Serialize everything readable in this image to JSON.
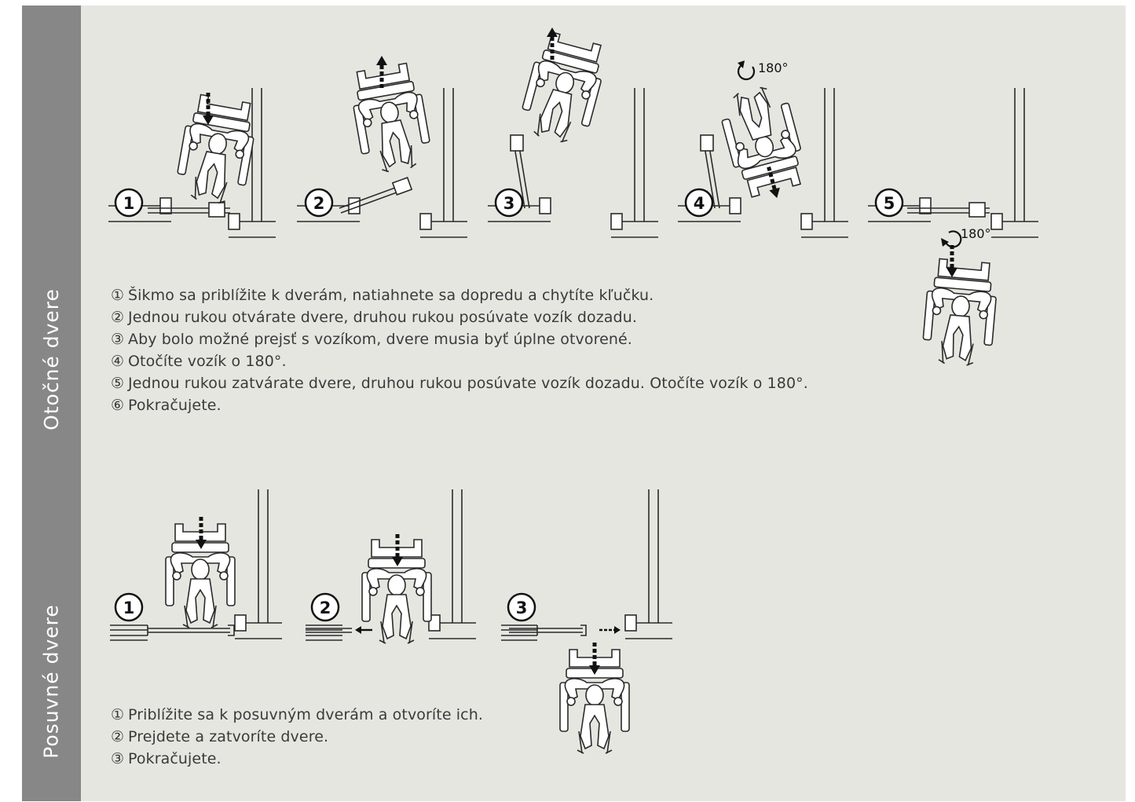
{
  "sections": {
    "swing": {
      "title": "Otočné dvere",
      "diagram_numbers": [
        "1",
        "2",
        "3",
        "4",
        "5"
      ],
      "rotation_labels": [
        "180°",
        "180°"
      ],
      "steps": [
        {
          "marker": "①",
          "text": "Šikmo sa priblížite k dverám, natiahnete sa dopredu a chytíte kľučku."
        },
        {
          "marker": "②",
          "text": "Jednou rukou otvárate dvere, druhou rukou posúvate vozík dozadu."
        },
        {
          "marker": "③",
          "text": "Aby bolo možné prejsť s vozíkom, dvere musia byť úplne otvorené."
        },
        {
          "marker": "④",
          "text": "Otočíte vozík o 180°."
        },
        {
          "marker": "⑤",
          "text": "Jednou rukou zatvárate dvere, druhou rukou posúvate vozík dozadu. Otočíte vozík o 180°."
        },
        {
          "marker": "⑥",
          "text": "Pokračujete."
        }
      ]
    },
    "sliding": {
      "title": "Posuvné dvere",
      "diagram_numbers": [
        "1",
        "2",
        "3"
      ],
      "steps": [
        {
          "marker": "①",
          "text": "Priblížite sa k posuvným dverám a otvoríte ich."
        },
        {
          "marker": "②",
          "text": "Prejdete a zatvoríte dvere."
        },
        {
          "marker": "③",
          "text": "Pokračujete."
        }
      ]
    }
  },
  "colors": {
    "sheet": "#e6e6e1",
    "sidebar": "#878787",
    "line": "#2a2a2a",
    "text": "#3a3a3a"
  }
}
